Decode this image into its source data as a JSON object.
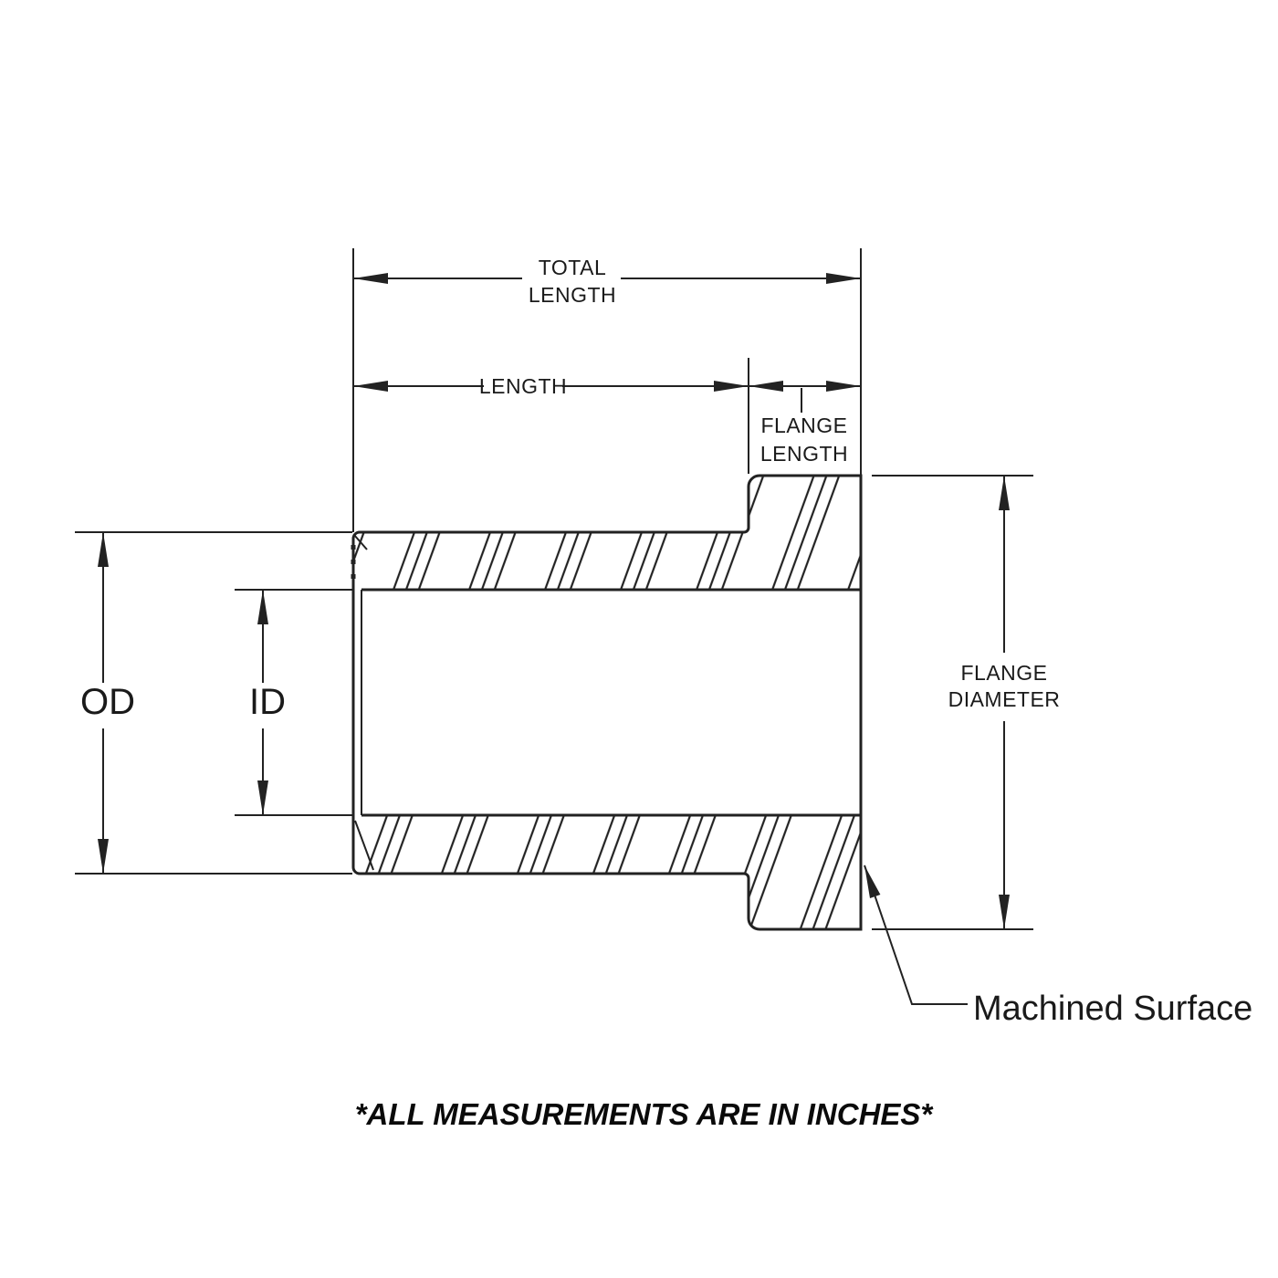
{
  "drawing": {
    "type": "flanged-bushing-cross-section",
    "dimensions": {
      "total_length": {
        "line1": "TOTAL",
        "line2": "LENGTH"
      },
      "length": {
        "label": "LENGTH"
      },
      "flange_length": {
        "line1": "FLANGE",
        "line2": "LENGTH"
      },
      "od": {
        "label": "OD"
      },
      "id": {
        "label": "ID"
      },
      "flange_diameter": {
        "line1": "FLANGE",
        "line2": "DIAMETER"
      }
    },
    "annotations": {
      "machined_surface": "Machined Surface",
      "units_note": "*ALL MEASUREMENTS ARE IN INCHES*"
    },
    "colors": {
      "line": "#222222",
      "text": "#1a1a1a",
      "background": "#ffffff"
    }
  }
}
